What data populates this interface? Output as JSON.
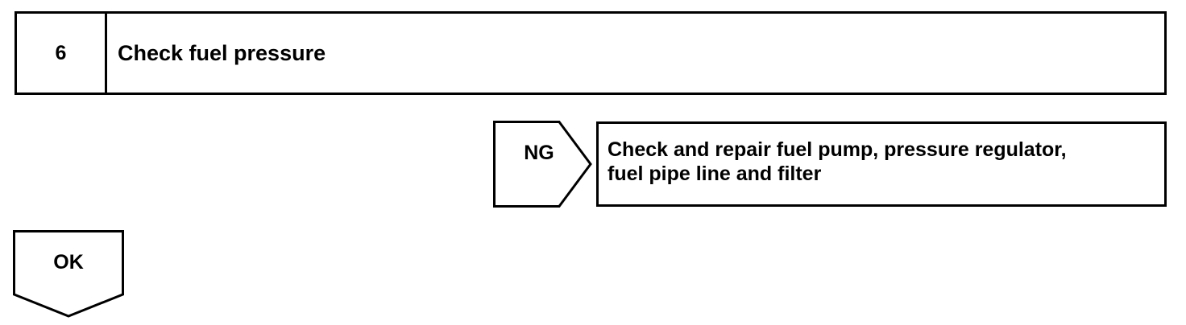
{
  "step": {
    "number": "6",
    "title": "Check fuel pressure"
  },
  "ng_branch": {
    "label": "NG",
    "action_lines": [
      "Check and repair fuel pump, pressure regulator,",
      "fuel pipe line and filter"
    ]
  },
  "ok_branch": {
    "label": "OK"
  }
}
